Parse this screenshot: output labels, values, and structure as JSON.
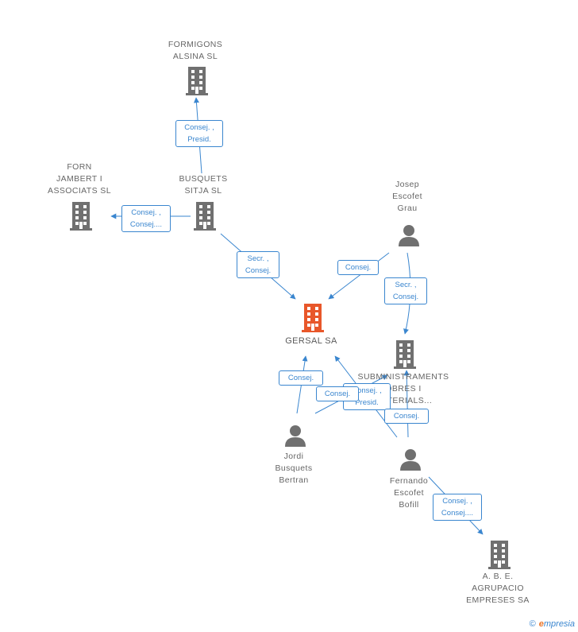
{
  "nodes": {
    "formigons": {
      "label": "FORMIGONS\nALSINA SL",
      "icon": "building-icon"
    },
    "busquets_sitja": {
      "label": "BUSQUETS\nSITJA SL",
      "icon": "building-icon"
    },
    "forn_jambert": {
      "label": "FORN\nJAMBERT I\nASSOCIATS SL",
      "icon": "building-icon"
    },
    "josep_escofet": {
      "label": "Josep\nEscofet\nGrau",
      "icon": "person-icon"
    },
    "gersal": {
      "label": "GERSAL SA",
      "icon": "building-icon",
      "color": "#e8572a"
    },
    "subministraments": {
      "label": "SUBMINISTRAMENTS\nOBRES I\nMATERIALS...",
      "icon": "building-icon"
    },
    "jordi_busquets": {
      "label": "Jordi\nBusquets\nBertran",
      "icon": "person-icon"
    },
    "fernando_escofet": {
      "label": "Fernando\nEscofet\nBofill",
      "icon": "person-icon"
    },
    "abe_agrupacio": {
      "label": "A.  B. E.\nAGRUPACIO\nEMPRESES SA",
      "icon": "building-icon"
    }
  },
  "relations": {
    "busquets_formigons": "Consej. ,\nPresid.",
    "busquets_forn": "Consej. ,\nConsej....",
    "busquets_gersal": "Secr. ,\nConsej.",
    "josep_gersal": "Consej.",
    "josep_subministraments": "Secr. ,\nConsej.",
    "jordi_gersal": "Consej.",
    "jordi_subministraments": "Consej.",
    "fernando_gersal": "Consej. ,\nPresid.",
    "fernando_subministraments": "Consej.",
    "fernando_abe": "Consej. ,\nConsej...."
  },
  "colors": {
    "edge": "#3a86cf",
    "node": "#707070",
    "center": "#e8572a"
  },
  "brand": {
    "copyright": "©",
    "e": "e",
    "rest": "mpresia"
  }
}
